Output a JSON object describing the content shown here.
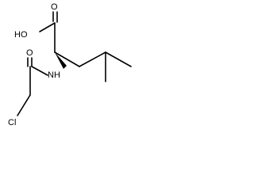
{
  "molecule": {
    "atom_labels": {
      "hydroxyl": "HO",
      "carbonyl_oxygen_top": "O",
      "carbonyl_oxygen_amide": "O",
      "amide_nitrogen": "NH",
      "chlorine": "Cl"
    },
    "bond_color": "#000000",
    "background_color": "#ffffff"
  }
}
